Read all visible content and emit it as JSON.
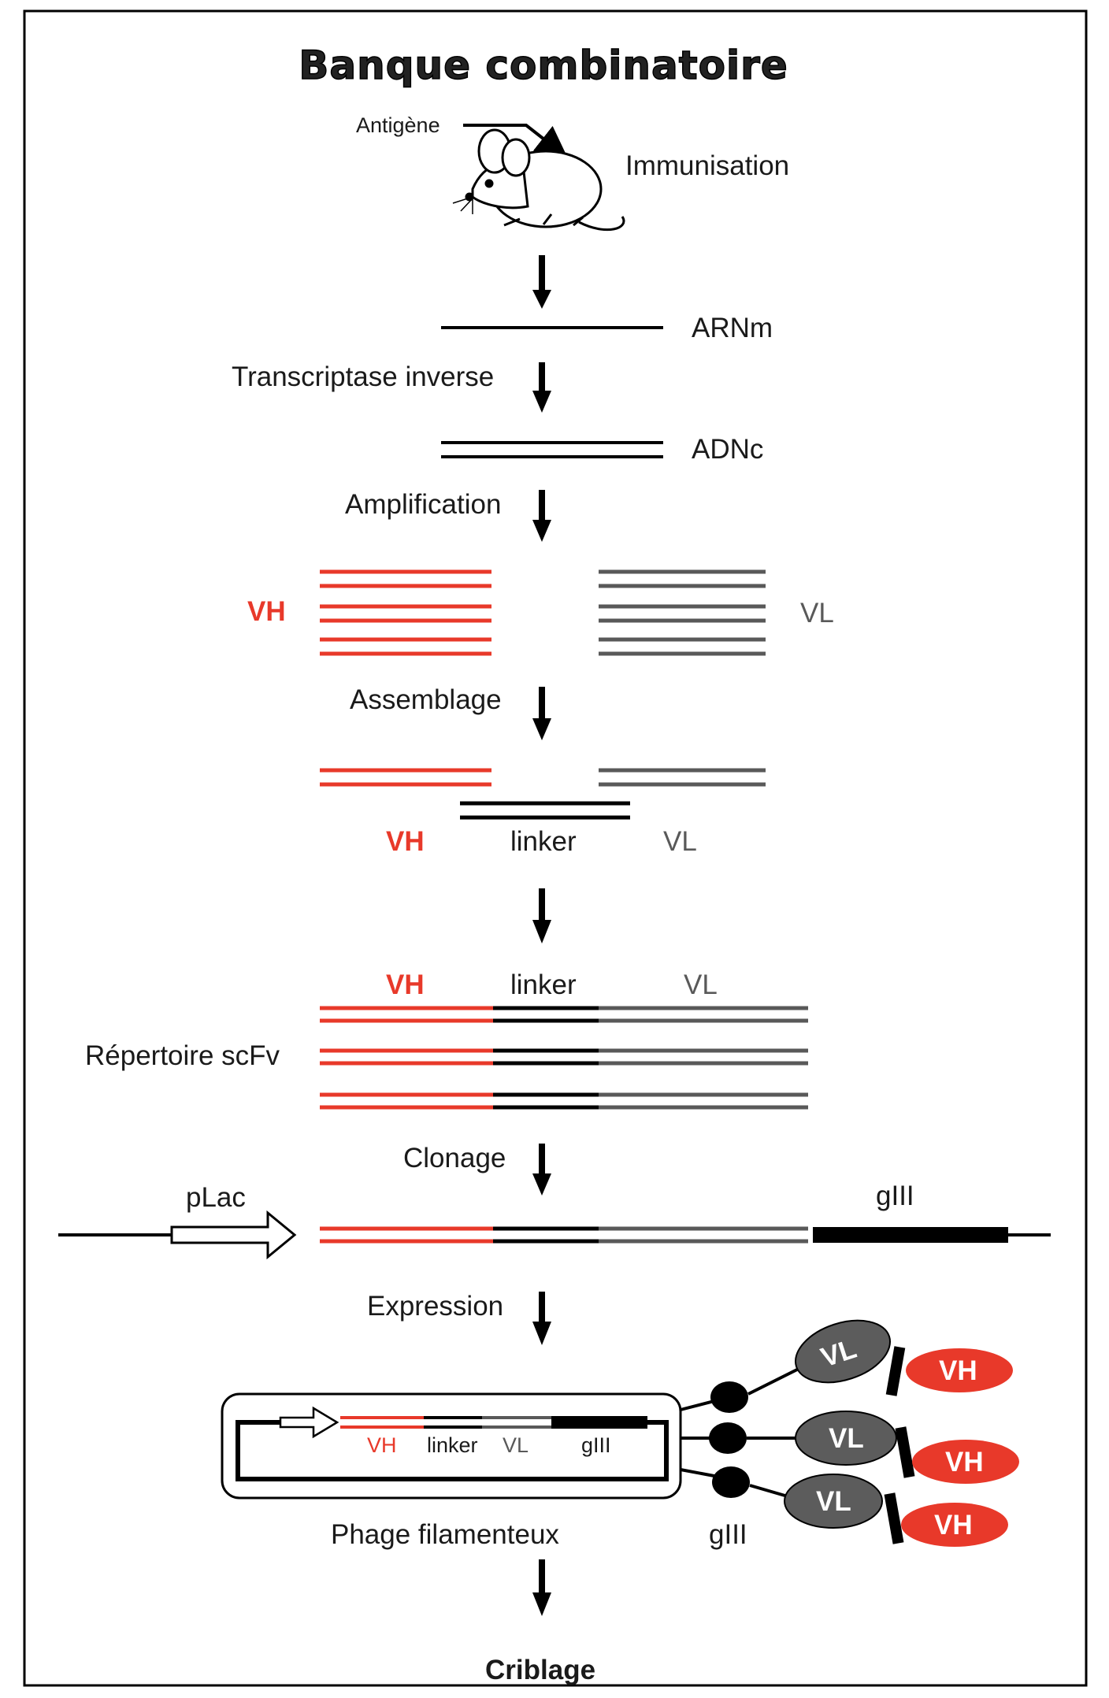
{
  "title": "Banque combinatoire",
  "colors": {
    "vh": "#e8392a",
    "vl": "#595959",
    "linker": "#111111",
    "frame": "#000000"
  },
  "steps": {
    "antigen": "Antigène",
    "immunisation": "Immunisation",
    "mrna": "ARNm",
    "reverse_transcriptase": "Transcriptase inverse",
    "cdna": "ADNc",
    "amplification": "Amplification",
    "assembly": "Assemblage",
    "repertoire": "Répertoire scFv",
    "cloning": "Clonage",
    "expression": "Expression",
    "phage": "Phage filamenteux",
    "screening": "Criblage"
  },
  "segments": {
    "vh": "VH",
    "vl": "VL",
    "linker": "linker",
    "plac": "pLac",
    "g3": "gIII"
  },
  "icons": {
    "mouse": "mouse-icon",
    "arrow": "down-arrow-icon"
  }
}
